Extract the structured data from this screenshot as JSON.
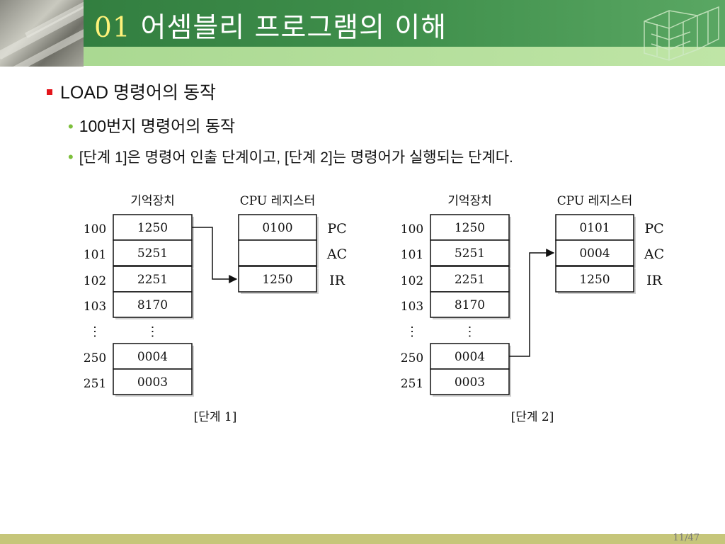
{
  "header": {
    "number": "01",
    "title": "어셈블리 프로그램의 이해"
  },
  "bullets": {
    "main": "LOAD 명령어의 동작",
    "sub1": "100번지 명령어의 동작",
    "sub2": "[단계 1]은 명령어 인출 단계이고, [단계 2]는 명령어가 실행되는 단계다."
  },
  "diagram": {
    "memory_title": "기억장치",
    "cpu_title": "CPU 레지스터",
    "vdots": "⋮",
    "register_names": [
      "PC",
      "AC",
      "IR"
    ],
    "memory_addresses": [
      "100",
      "101",
      "102",
      "103",
      "250",
      "251"
    ],
    "memory_values": [
      "1250",
      "5251",
      "2251",
      "8170",
      "0004",
      "0003"
    ],
    "steps": [
      {
        "caption": "[단계 1]",
        "registers": [
          "0100",
          "",
          "1250"
        ]
      },
      {
        "caption": "[단계 2]",
        "registers": [
          "0101",
          "0004",
          "1250"
        ]
      }
    ]
  },
  "footer": {
    "page": "11/47"
  }
}
